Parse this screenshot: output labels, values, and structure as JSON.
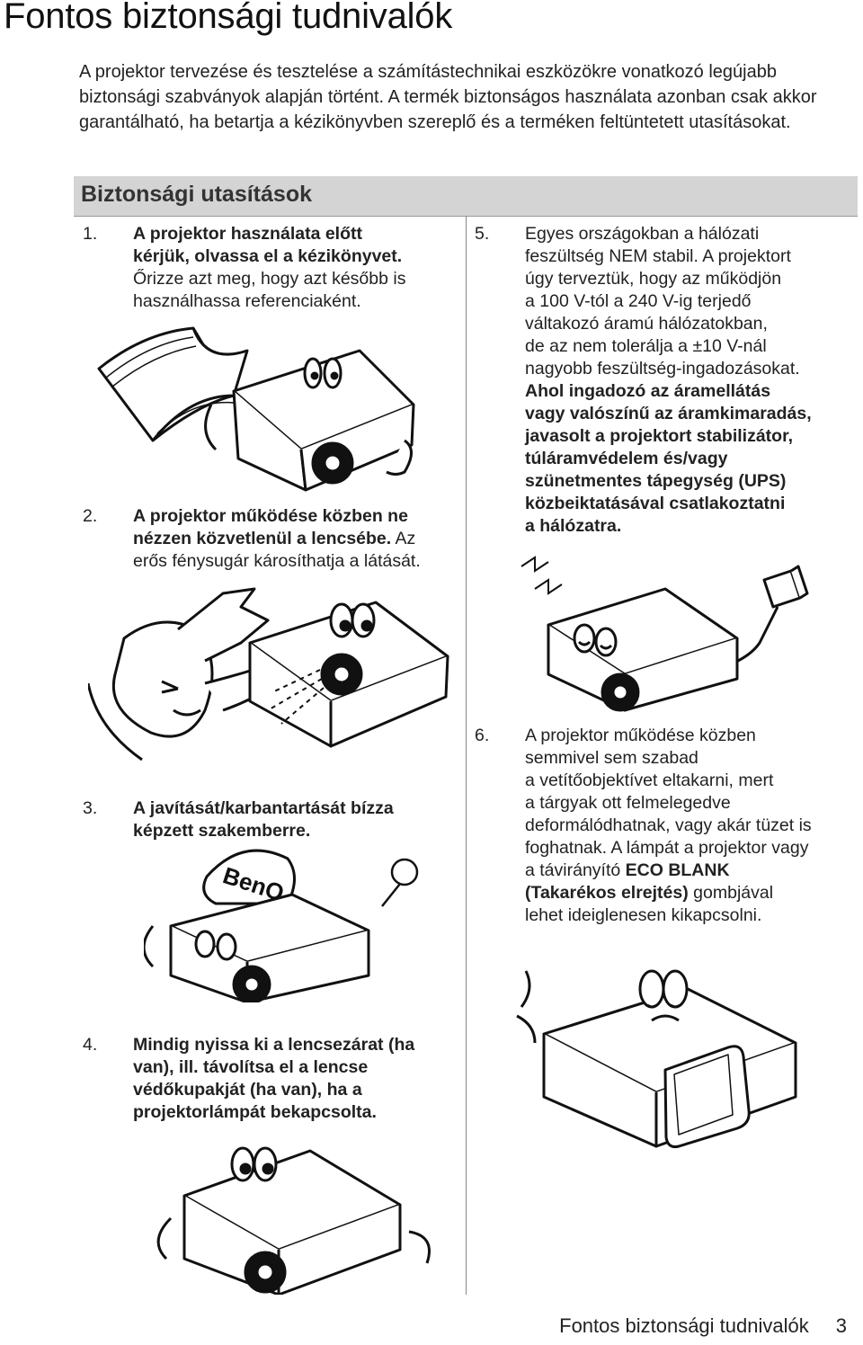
{
  "page": {
    "title": "Fontos biztonsági tudnivalók",
    "intro": "A projektor tervezése és tesztelése a számítástechnikai eszközökre vonatkozó legújabb biztonsági szabványok alapján történt. A termék biztonságos használata azonban csak akkor garantálható, ha betartja a kézikönyvben szereplő és a terméken feltüntetett utasításokat.",
    "section_title": "Biztonsági utasítások"
  },
  "items": {
    "i1": {
      "num": "1.",
      "line1": "A projektor használata előtt",
      "line2": "kérjük, olvassa el a kézikönyvet.",
      "line3": "Őrizze azt meg, hogy azt később is",
      "line4": "használhassa referenciaként."
    },
    "i2": {
      "num": "2.",
      "line1": "A projektor működése közben ne",
      "line2": "nézzen közvetlenül a lencsébe.",
      "line2b": " Az",
      "line3": "erős fénysugár károsíthatja a látását."
    },
    "i3": {
      "num": "3.",
      "line1": "A javítását/karbantartását bízza",
      "line2": "képzett szakemberre."
    },
    "i4": {
      "num": "4.",
      "line1": "Mindig nyissa ki a lencsezárat (ha",
      "line2": "van), ill. távolítsa el a lencse",
      "line3": "védőkupakját (ha van), ha a",
      "line4": "projektorlámpát bekapcsolta."
    },
    "i5": {
      "num": "5.",
      "line1": "Egyes országokban a hálózati",
      "line2": "feszültség NEM stabil. A projektort",
      "line3": "úgy terveztük, hogy az működjön",
      "line4": "a 100 V-tól a 240 V-ig terjedő",
      "line5": "váltakozó áramú hálózatokban,",
      "line6": "de az nem tolerálja a ±10 V-nál",
      "line7": "nagyobb feszültség-ingadozásokat.",
      "b1": "Ahol ingadozó az áramellátás",
      "b2": "vagy valószínű az áramkimaradás,",
      "b3": "javasolt a projektort stabilizátor,",
      "b4": "túláramvédelem és/vagy",
      "b5": "szünetmentes tápegység (UPS)",
      "b6": "közbeiktatásával csatlakoztatni",
      "b7": "a hálózatra."
    },
    "i6": {
      "num": "6.",
      "line1": "A projektor működése közben",
      "line2": "semmivel sem szabad",
      "line3": "a vetítőobjektívet eltakarni, mert",
      "line4": "a tárgyak ott felmelegedve",
      "line5": "deformálódhatnak, vagy akár tüzet is",
      "line6": "foghatnak. A lámpát a projektor vagy",
      "line7a": "a távirányító ",
      "line7b": "ECO BLANK",
      "line8a": "(Takarékos elrejtés)",
      "line8b": " gombjával",
      "line9": "lehet ideiglenesen kikapcsolni."
    }
  },
  "illustrations": {
    "logo_text": "BenQ",
    "icons": [
      "book-icon",
      "projector-icon",
      "person-covering-eyes-icon",
      "power-adapter-icon",
      "cap-icon",
      "lens-cover-icon"
    ]
  },
  "footer": {
    "label": "Fontos biztonsági tudnivalók",
    "page_number": "3"
  }
}
